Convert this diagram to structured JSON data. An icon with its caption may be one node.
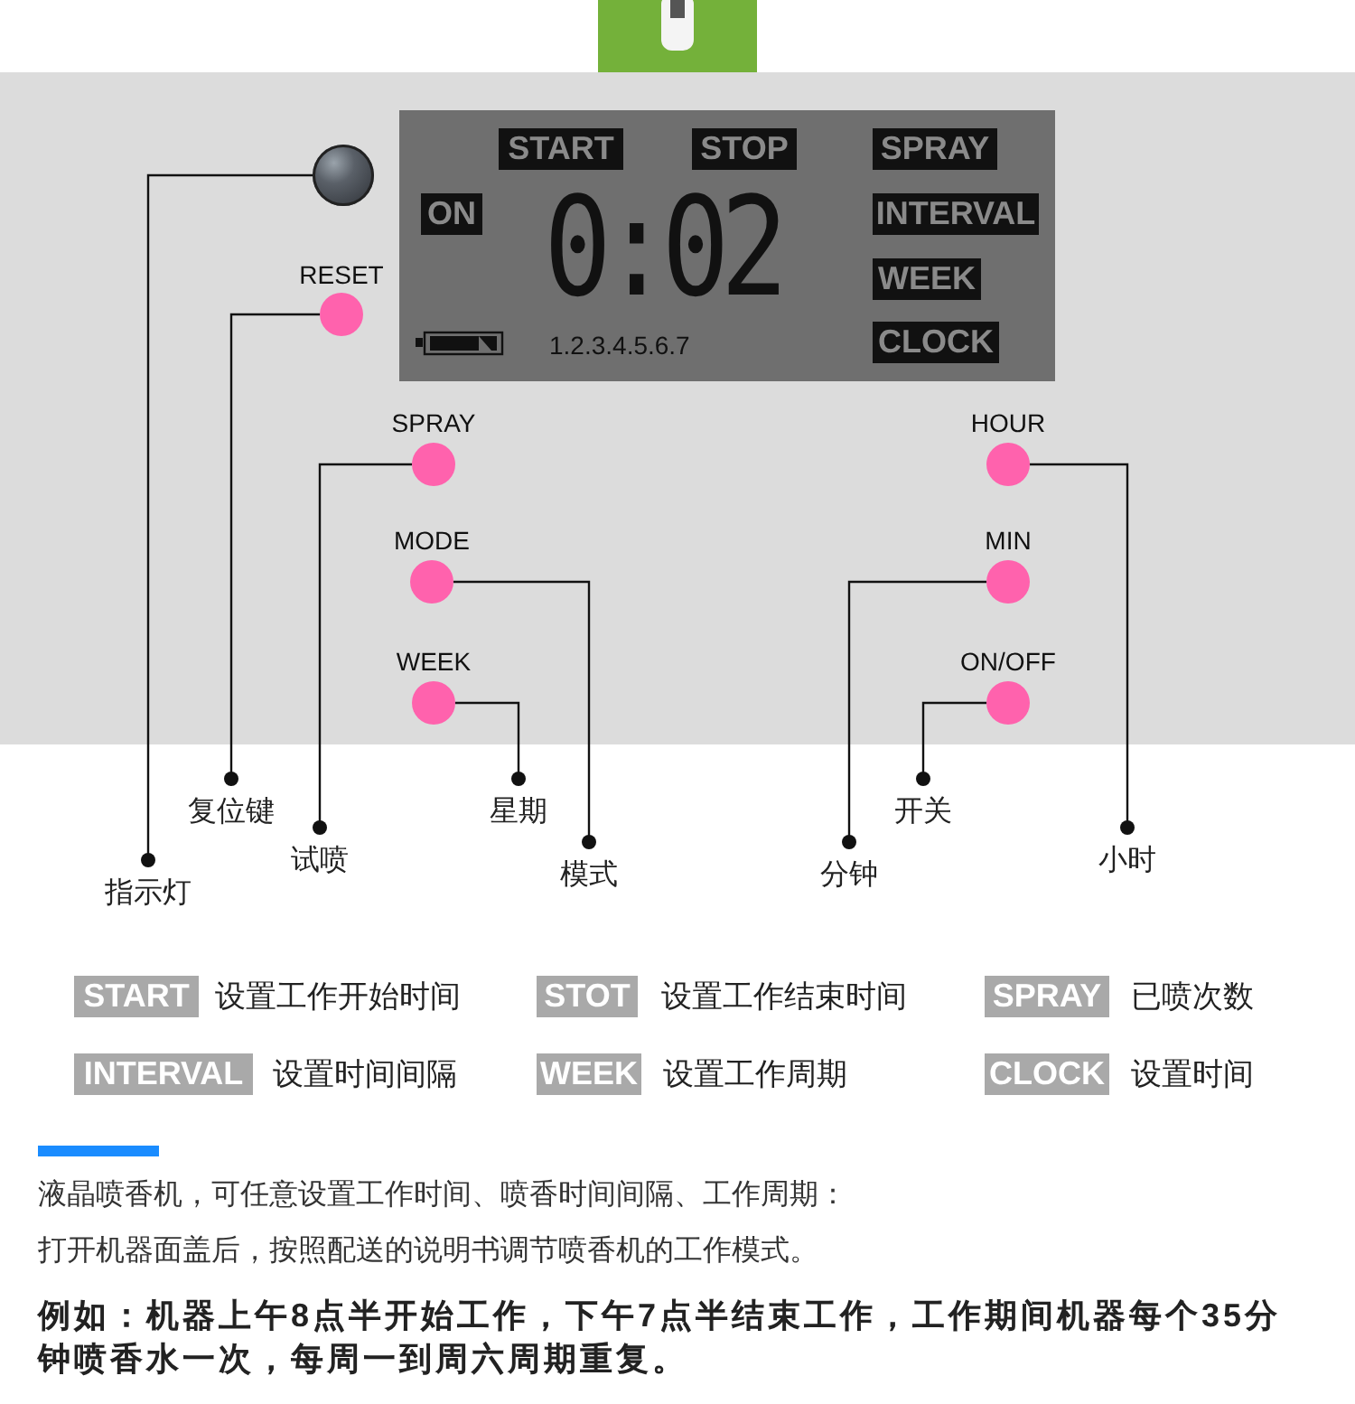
{
  "diagram": {
    "nodes": [
      {
        "text": [
          "START",
          "STOP",
          "SPRAY",
          "ON",
          "INTERVAL",
          "WEEK",
          "CLOCK",
          "0:02",
          "1.2.3.4.5.6.7"
        ]
      },
      {
        "text": [],
        "shape": "circle"
      },
      {
        "text": [
          "RESET"
        ]
      },
      {
        "text": [
          "SPRAY"
        ]
      },
      {
        "text": [
          "HOUR"
        ]
      },
      {
        "text": [
          "MODE"
        ]
      },
      {
        "text": [
          "MIN"
        ]
      },
      {
        "text": [
          "WEEK"
        ]
      },
      {
        "text": [
          "ON/OFF"
        ]
      },
      {
        "text": [
          "复位键"
        ]
      },
      {
        "text": [
          "星期"
        ]
      },
      {
        "text": [
          "开关"
        ]
      },
      {
        "text": [
          "试喷"
        ]
      },
      {
        "text": [
          "小时"
        ]
      },
      {
        "text": [
          "指示灯"
        ]
      },
      {
        "text": [
          "模式"
        ]
      },
      {
        "text": [
          "分钟"
        ]
      }
    ],
    "edges": [
      {
        "from": 1,
        "to": 14,
        "arrow": "other"
      },
      {
        "from": 2,
        "to": 9,
        "arrow": "other"
      },
      {
        "from": 3,
        "to": 12,
        "arrow": "other"
      },
      {
        "from": 5,
        "to": 15,
        "arrow": "other"
      },
      {
        "from": 7,
        "to": 10,
        "arrow": "other"
      },
      {
        "from": 4,
        "to": 13,
        "arrow": "other"
      },
      {
        "from": 6,
        "to": 16,
        "arrow": "other"
      },
      {
        "from": 8,
        "to": 11,
        "arrow": "other"
      }
    ],
    "labels": [
      "START",
      "设置工作开始时间",
      "STOT",
      "设置工作结束时间",
      "SPRAY",
      "已喷次数",
      "INTERVAL",
      "设置时间间隔",
      "WEEK",
      "设置工作周期",
      "CLOCK",
      "设置时间",
      "液晶喷香机，可任意设置工作时间、喷香时间间隔、工作周期：",
      "打开机器面盖后，按照配送的说明书调节喷香机的工作模式。",
      "例如：机器上午8点半开始工作，下午7点半结束工作，工作期间机器每个35分钟喷香水一次，每周一到周六周期重复。"
    ]
  }
}
